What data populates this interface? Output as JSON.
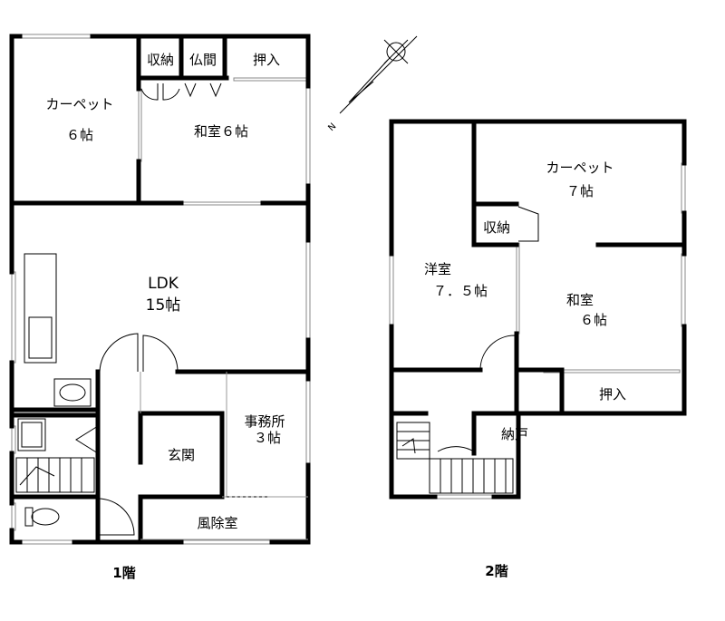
{
  "floors": [
    {
      "label": "1階",
      "rooms": {
        "carpet": {
          "name": "カーペット",
          "size": "６帖"
        },
        "storage": {
          "name": "収納"
        },
        "altar": {
          "name": "仏間"
        },
        "closet": {
          "name": "押入"
        },
        "washitsu": {
          "name": "和室６帖"
        },
        "ldk": {
          "name": "LDK",
          "size": "15帖"
        },
        "office": {
          "name": "事務所",
          "size": "３帖"
        },
        "entrance": {
          "name": "玄関"
        },
        "windbreak": {
          "name": "風除室"
        }
      }
    },
    {
      "label": "2階",
      "rooms": {
        "carpet": {
          "name": "カーペット",
          "size": "７帖"
        },
        "storage": {
          "name": "収納"
        },
        "western": {
          "name": "洋室",
          "size": "７．５帖"
        },
        "washitsu": {
          "name": "和室",
          "size": "６帖"
        },
        "closet": {
          "name": "押入"
        },
        "storeroom": {
          "name": "納戸"
        }
      }
    }
  ],
  "compass": {
    "north": "N"
  }
}
